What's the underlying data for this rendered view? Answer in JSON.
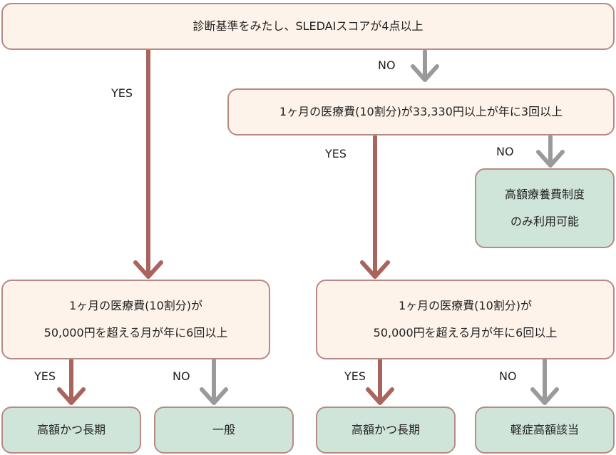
{
  "nodes": {
    "root": "診断基準をみたし、SLEDAIスコアが4点以上",
    "cond_cost": "1ヶ月の医療費(10割分)が33,330円以上が年に3回以上",
    "result_kougaku_line1": "高額療養費制度",
    "result_kougaku_line2": "のみ利用可能",
    "cond_left_line1": "1ヶ月の医療費(10割分)が",
    "cond_left_line2": "50,000円を超える月が年に6回以上",
    "cond_right_line1": "1ヶ月の医療費(10割分)が",
    "cond_right_line2": "50,000円を超える月が年に6回以上",
    "result_long_left": "高額かつ長期",
    "result_general": "一般",
    "result_long_right": "高額かつ長期",
    "result_mild": "軽症高額該当"
  },
  "labels": {
    "root_yes": "YES",
    "root_no": "NO",
    "cost_yes": "YES",
    "cost_no": "NO",
    "left_yes": "YES",
    "left_no": "NO",
    "right_yes": "YES",
    "right_no": "NO"
  },
  "colors": {
    "yes_arrow": "#a9645d",
    "no_arrow": "#9a9a9a",
    "node_border": "#b78a84",
    "condition_fill": "#fdf3ea",
    "result_fill": "#cfe5da"
  }
}
